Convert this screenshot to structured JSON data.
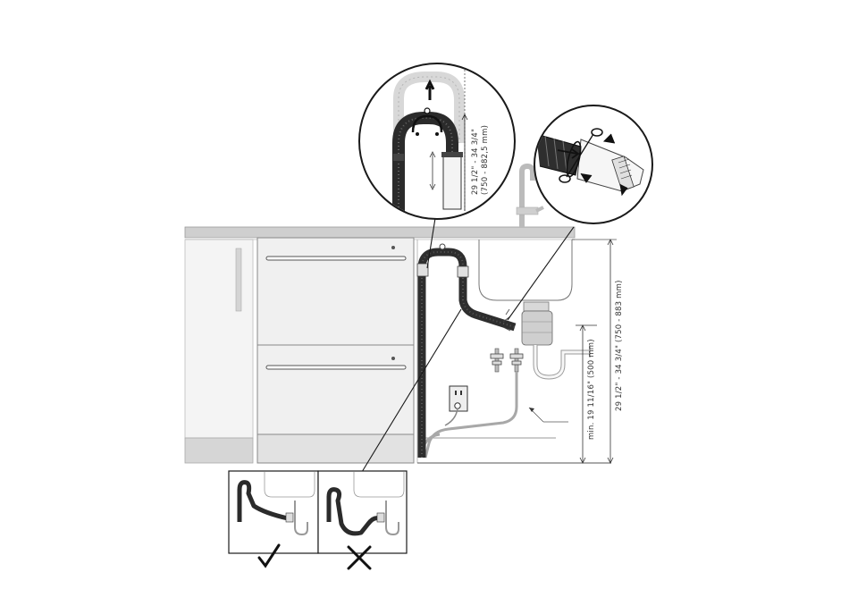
{
  "dimensions": {
    "inset_drain_height": [
      "29 1/2\" - 34 3/4\"",
      "(750 - 882,5 mm)"
    ],
    "min_height": "min. 19 11/16\" (500 mm)",
    "total_height": "29 1/2\" - 34 3/4\" (750 - 883 mm)"
  },
  "examples": {
    "correct": "check-mark-icon",
    "incorrect": "cross-mark-icon"
  },
  "colors": {
    "line": "#1a1a1a",
    "hose": "#333333",
    "counter": "#c8c8c8",
    "cabinet": "#f2f2f2",
    "supply": "#9a9a9a"
  }
}
